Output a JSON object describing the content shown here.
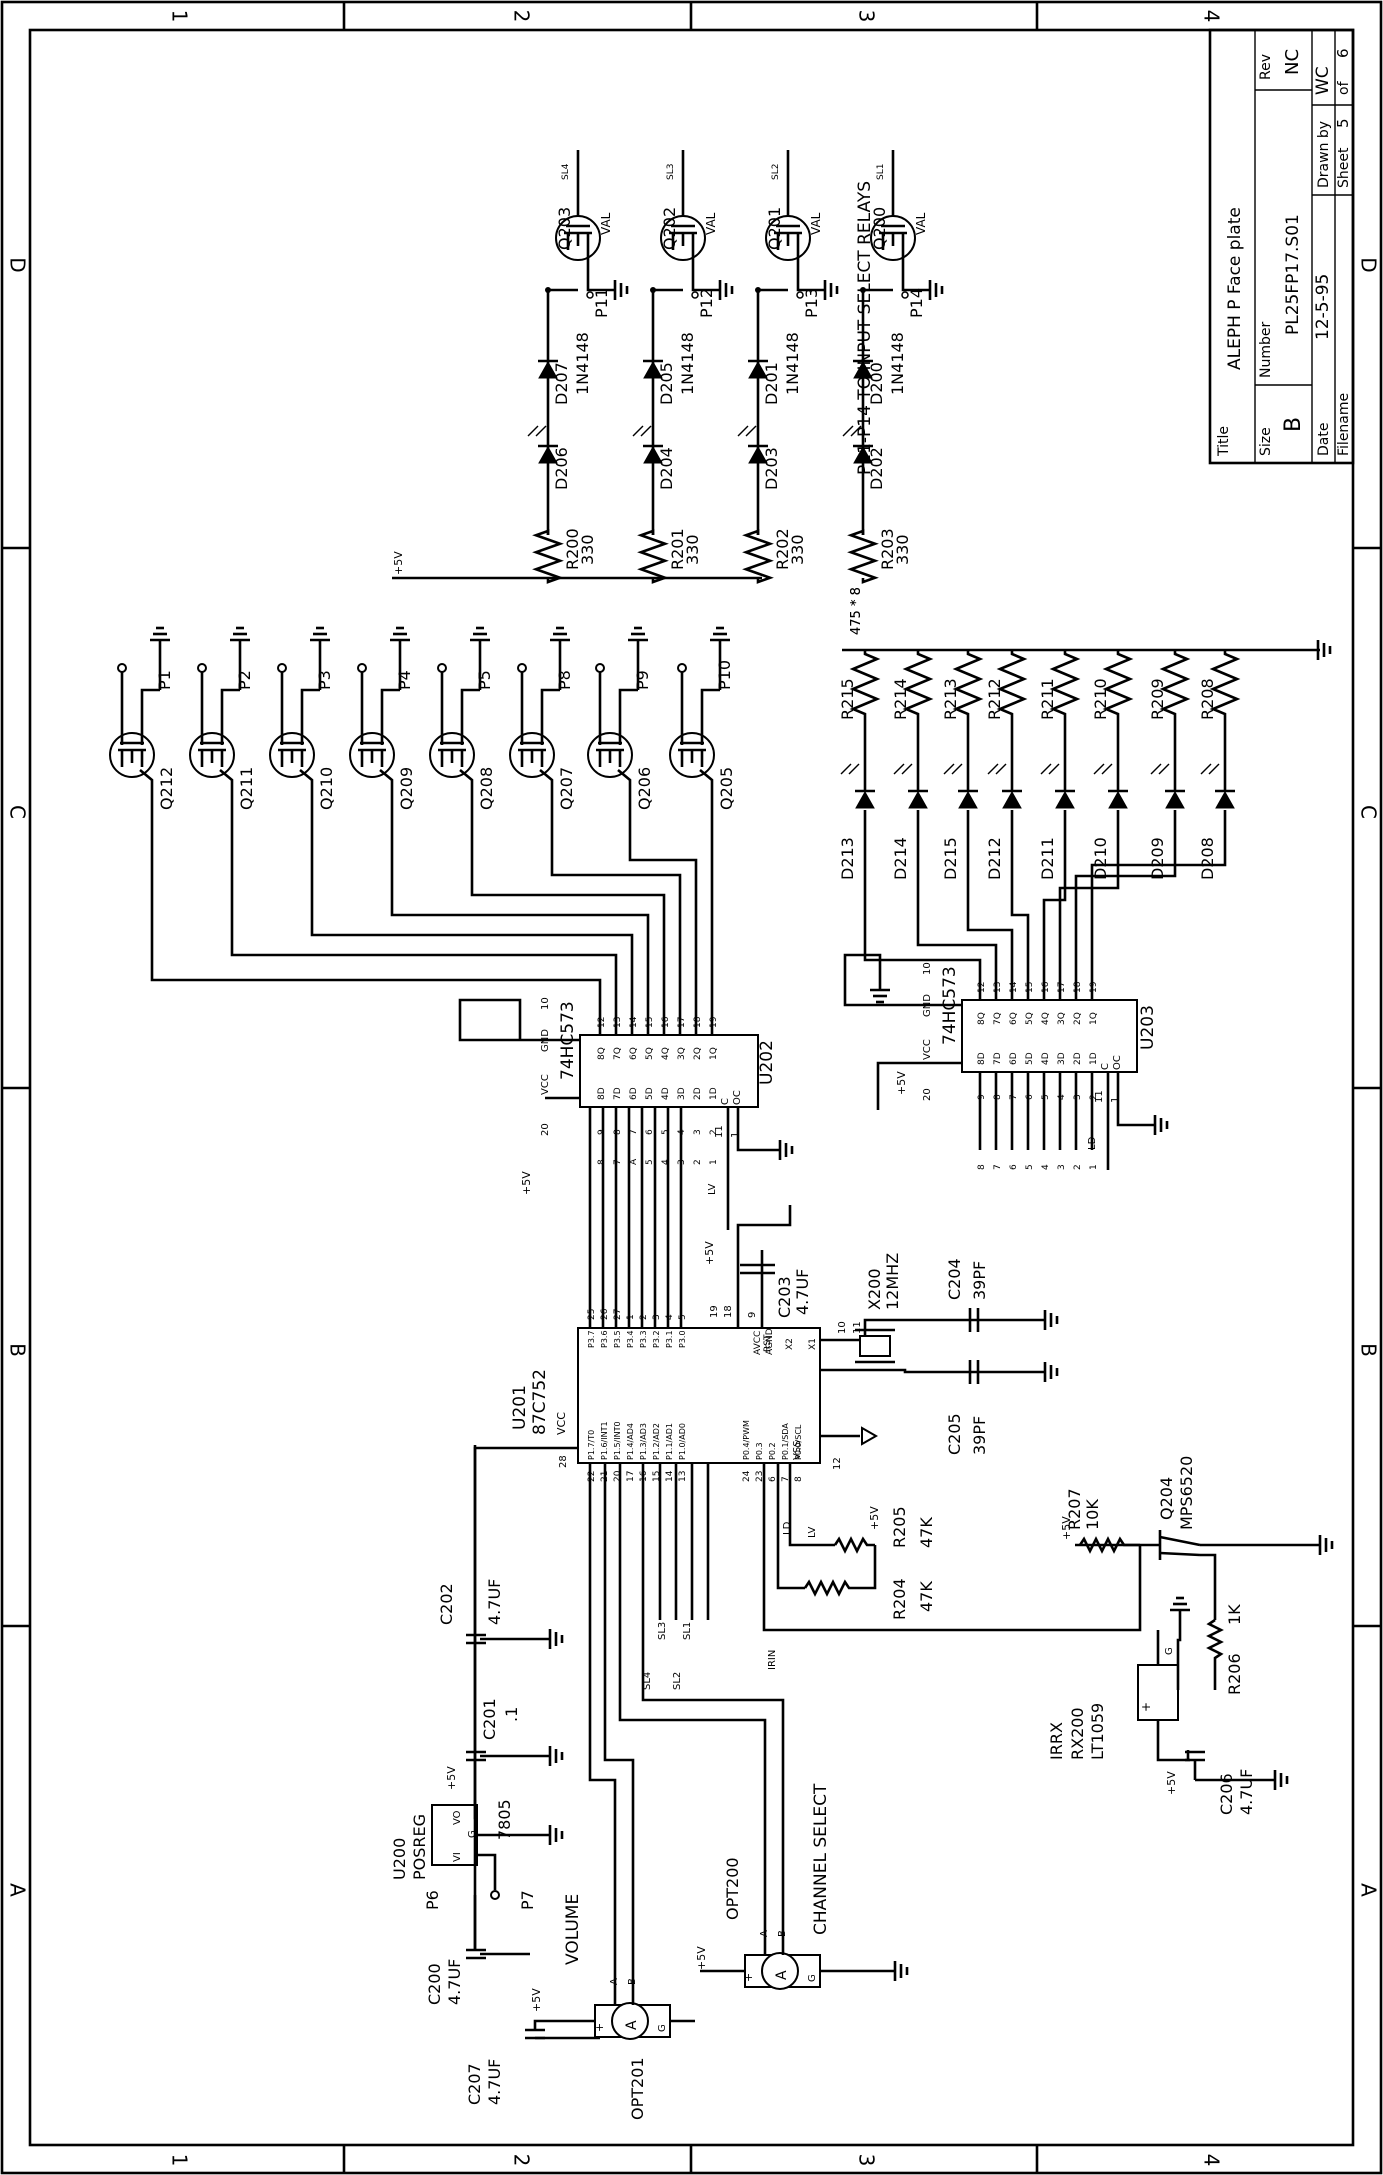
{
  "zones": {
    "top": [
      "1",
      "2",
      "3",
      "4"
    ],
    "side": [
      "D",
      "C",
      "B",
      "A"
    ]
  },
  "title_block": {
    "title_label": "Title",
    "title": "ALEPH P Face plate",
    "size_label": "Size",
    "size": "B",
    "number_label": "Number",
    "number": "PL25FP17.S01",
    "rev_label": "Rev",
    "rev": "NC",
    "date_label": "Date",
    "date": "12-5-95",
    "drawn_label": "Drawn by",
    "drawn": "WC",
    "filename_label": "Filename",
    "sheet_label": "Sheet",
    "sheet": "5",
    "of_label": "of",
    "sheets": "6"
  },
  "notes": {
    "relays": "P11-P14 TO INPUT SELECT RELAYS",
    "led_res": "475 * 8"
  },
  "relay_drivers": [
    {
      "q": "Q203",
      "d1": "D207",
      "d2": "D206",
      "r": "R200",
      "p": "P11",
      "sl": "SL4"
    },
    {
      "q": "Q202",
      "d1": "D205",
      "d2": "D204",
      "r": "R201",
      "p": "P12",
      "sl": "SL3"
    },
    {
      "q": "Q201",
      "d1": "D201",
      "d2": "D203",
      "r": "R202",
      "p": "P13",
      "sl": "SL2"
    },
    {
      "q": "Q200",
      "d1": "D200",
      "d2": "D202",
      "r": "R203",
      "p": "P14",
      "sl": "SL1"
    }
  ],
  "relay_common": {
    "diode": "1N4148",
    "res": "330",
    "supply": "+5V",
    "val": "VAL"
  },
  "output_fets": [
    {
      "q": "Q212",
      "p": "P1"
    },
    {
      "q": "Q211",
      "p": "P2"
    },
    {
      "q": "Q210",
      "p": "P3"
    },
    {
      "q": "Q209",
      "p": "P4"
    },
    {
      "q": "Q208",
      "p": "P5"
    },
    {
      "q": "Q207",
      "p": "P8"
    },
    {
      "q": "Q206",
      "p": "P9"
    },
    {
      "q": "Q205",
      "p": "P10"
    }
  ],
  "leds": [
    {
      "d": "D213",
      "r": "R215"
    },
    {
      "d": "D214",
      "r": "R214"
    },
    {
      "d": "D215",
      "r": "R213"
    },
    {
      "d": "D212",
      "r": "R212"
    },
    {
      "d": "D211",
      "r": "R211"
    },
    {
      "d": "D210",
      "r": "R210"
    },
    {
      "d": "D209",
      "r": "R209"
    },
    {
      "d": "D208",
      "r": "R208"
    }
  ],
  "u202": {
    "ref": "U202",
    "part": "74HC573",
    "vcc": "VCC",
    "gnd": "GND",
    "c": "C",
    "oc": "OC",
    "q_pins": [
      "8Q",
      "7Q",
      "6Q",
      "5Q",
      "4Q",
      "3Q",
      "2Q",
      "1Q"
    ],
    "d_pins": [
      "8D",
      "7D",
      "6D",
      "5D",
      "4D",
      "3D",
      "2D",
      "1D"
    ],
    "q_nums": [
      "12",
      "13",
      "14",
      "15",
      "16",
      "17",
      "18",
      "19"
    ],
    "d_nums": [
      "9",
      "8",
      "7",
      "6",
      "5",
      "4",
      "3",
      "2"
    ],
    "vcc_num": "20",
    "gnd_num": "10",
    "c_num": "11",
    "oc_num": "1",
    "lv": "LV",
    "bus_labels": [
      "8",
      "7",
      "A",
      "5",
      "4",
      "3",
      "2",
      "1"
    ]
  },
  "u203": {
    "ref": "U203",
    "part": "74HC573",
    "vcc": "VCC",
    "gnd": "GND",
    "c": "C",
    "oc": "OC",
    "q_pins": [
      "8Q",
      "7Q",
      "6Q",
      "5Q",
      "4Q",
      "3Q",
      "2Q",
      "1Q"
    ],
    "d_pins": [
      "8D",
      "7D",
      "6D",
      "5D",
      "4D",
      "3D",
      "2D",
      "1D"
    ],
    "q_nums": [
      "12",
      "13",
      "14",
      "15",
      "16",
      "17",
      "18",
      "19"
    ],
    "d_nums": [
      "9",
      "8",
      "7",
      "6",
      "5",
      "4",
      "3",
      "2"
    ],
    "vcc_num": "20",
    "gnd_num": "10",
    "c_num": "11",
    "oc_num": "1",
    "ld": "LD",
    "bus_labels": [
      "8",
      "7",
      "6",
      "5",
      "4",
      "3",
      "2",
      "1"
    ],
    "supply": "+5V"
  },
  "u201": {
    "ref": "U201",
    "part": "87C752",
    "vcc": "VCC",
    "vcc_num": "28",
    "vss": "VSS",
    "vss_num": "12",
    "p3": [
      "P3.7",
      "P3.6",
      "P3.5",
      "P3.4",
      "P3.3",
      "P3.2",
      "P3.1",
      "P3.0"
    ],
    "p3_nums": [
      "25",
      "26",
      "27",
      "1",
      "2",
      "3",
      "4",
      "5"
    ],
    "p1": [
      "P1.7/T0",
      "P1.6/INT1",
      "P1.5/INT0",
      "P1.4/AD4",
      "P1.3/AD3",
      "P1.2/AD2",
      "P1.1/AD1",
      "P1.0/AD0"
    ],
    "p1_nums": [
      "22",
      "21",
      "20",
      "17",
      "16",
      "15",
      "14",
      "13"
    ],
    "p0": [
      "P0.4/PWM",
      "P0.3",
      "P0.2",
      "P0.1/SDA",
      "P0.0/SCL"
    ],
    "p0_nums": [
      "24",
      "23",
      "6",
      "7",
      "8"
    ],
    "avcc": "AVCC",
    "agnd": "AGND",
    "avcc_num": "19",
    "agnd_num": "18",
    "rst": "RST",
    "rst_num": "9",
    "x2": "X2",
    "x1": "X1",
    "x2_num": "10",
    "x1_num": "11",
    "supply": "+5V"
  },
  "crystal": {
    "ref": "X200",
    "value": "12MHZ"
  },
  "caps": [
    {
      "ref": "C203",
      "value": "4.7UF"
    },
    {
      "ref": "C204",
      "value": "39PF"
    },
    {
      "ref": "C205",
      "value": "39PF"
    },
    {
      "ref": "C202",
      "value": "4.7UF"
    },
    {
      "ref": "C201",
      "value": ".1"
    },
    {
      "ref": "C200",
      "value": "4.7UF"
    },
    {
      "ref": "C207",
      "value": "4.7UF"
    },
    {
      "ref": "C206",
      "value": "4.7UF"
    }
  ],
  "pullups": [
    {
      "ref": "R205",
      "value": "47K"
    },
    {
      "ref": "R204",
      "value": "47K"
    },
    {
      "ref": "R207",
      "value": "10K"
    },
    {
      "ref": "R206",
      "value": "1K"
    }
  ],
  "transistor": {
    "ref": "Q204",
    "part": "MPS6520"
  },
  "ir": {
    "label": "IRRX",
    "ref": "RX200",
    "part": "LT1059"
  },
  "regulator": {
    "ref": "U200",
    "type": "POSREG",
    "vi": "VI",
    "vo": "VO",
    "g": "G",
    "part": "7805",
    "pin_in": "P6",
    "pin_gnd": "P7"
  },
  "encoders": [
    {
      "ref": "OPT201",
      "label": "VOLUME"
    },
    {
      "ref": "OPT200",
      "label": "CHANNEL SELECT"
    }
  ],
  "signals": {
    "sl1": "SL1",
    "sl2": "SL2",
    "sl3": "SL3",
    "sl4": "SL4",
    "irin": "IRIN",
    "lv": "LV",
    "ld": "LD",
    "plus5": "+5V",
    "a": "A",
    "b": "B",
    "g": "G",
    "plus": "+",
    "enc_a": "A"
  }
}
